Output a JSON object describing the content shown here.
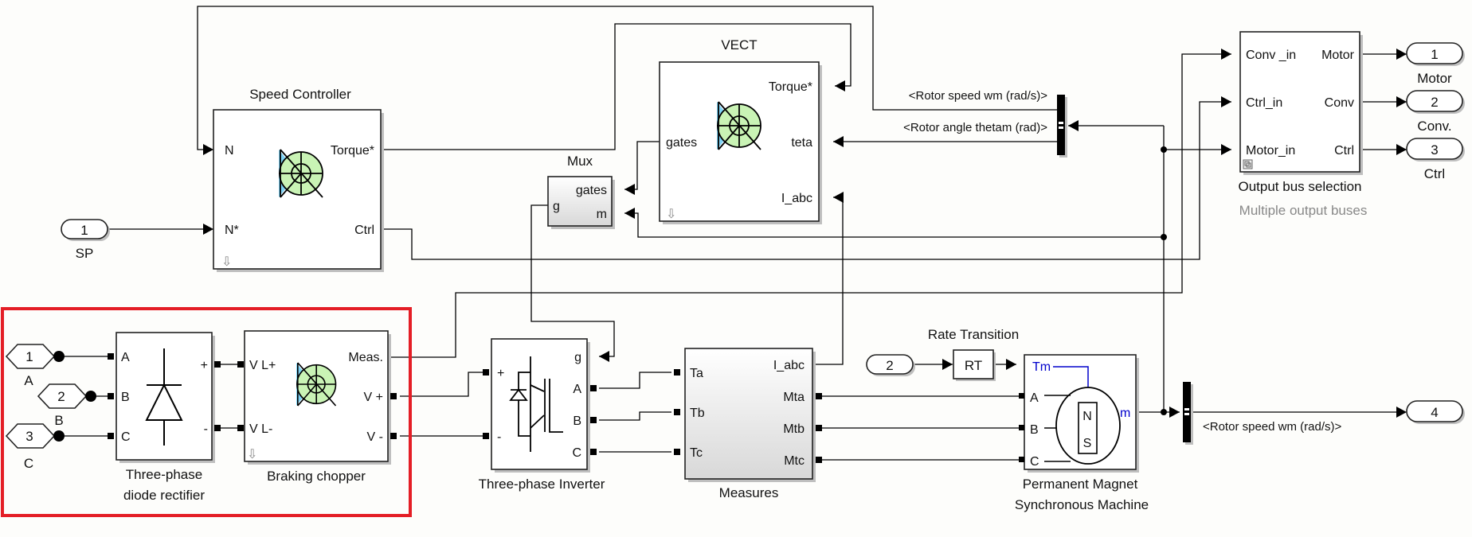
{
  "blocks": {
    "speed_controller": {
      "title": "Speed Controller",
      "in_ports": [
        "N",
        "N*"
      ],
      "out_ports": [
        "Torque*",
        "Ctrl"
      ]
    },
    "vect": {
      "title": "VECT",
      "in_ports": [
        "Torque*",
        "teta",
        "I_abc"
      ],
      "out_ports": [
        "gates"
      ]
    },
    "mux": {
      "title": "Mux",
      "ports": [
        "gates",
        "m",
        "g"
      ]
    },
    "output_bus": {
      "title": "Output bus selection",
      "subtitle": "Multiple output buses",
      "in_ports": [
        "Conv _in",
        "Ctrl_in",
        "Motor_in"
      ],
      "out_ports": [
        "Motor",
        "Conv",
        "Ctrl"
      ]
    },
    "rectifier": {
      "title_line1": "Three-phase",
      "title_line2": "diode rectifier",
      "ports": [
        "A",
        "B",
        "C",
        "+",
        "-"
      ]
    },
    "braking_chopper": {
      "title": "Braking chopper",
      "ports": [
        "V L+",
        "V L-",
        "Meas.",
        "V +",
        "V -"
      ]
    },
    "inverter": {
      "title": "Three-phase Inverter",
      "ports": [
        "+",
        "-",
        "g",
        "A",
        "B",
        "C"
      ]
    },
    "measures": {
      "title": "Measures",
      "in_ports": [
        "Ta",
        "Tb",
        "Tc"
      ],
      "out_ports": [
        "I_abc",
        "Mta",
        "Mtb",
        "Mtc"
      ]
    },
    "rate_transition": {
      "title": "Rate Transition",
      "label": "RT"
    },
    "pmsm": {
      "title_line1": "Permanent Magnet",
      "title_line2": "Synchronous Machine",
      "ports": [
        "Tm",
        "A",
        "B",
        "C",
        "m"
      ],
      "pole_n": "N",
      "pole_s": "S"
    }
  },
  "inports": [
    {
      "num": "1",
      "label": "SP"
    },
    {
      "num": "2",
      "label": ""
    }
  ],
  "outports": [
    {
      "num": "1",
      "label": "Motor"
    },
    {
      "num": "2",
      "label": "Conv."
    },
    {
      "num": "3",
      "label": "Ctrl"
    },
    {
      "num": "4",
      "label": ""
    }
  ],
  "connection_ports": [
    {
      "num": "1",
      "label": "A"
    },
    {
      "num": "2",
      "label": "B"
    },
    {
      "num": "3",
      "label": "C"
    }
  ],
  "signals": {
    "rotor_speed": "<Rotor speed wm (rad/s)>",
    "rotor_angle": "<Rotor angle thetam (rad)>",
    "rotor_speed_out": "<Rotor speed wm (rad/s)>"
  },
  "highlight": {
    "color": "#e41e26"
  }
}
